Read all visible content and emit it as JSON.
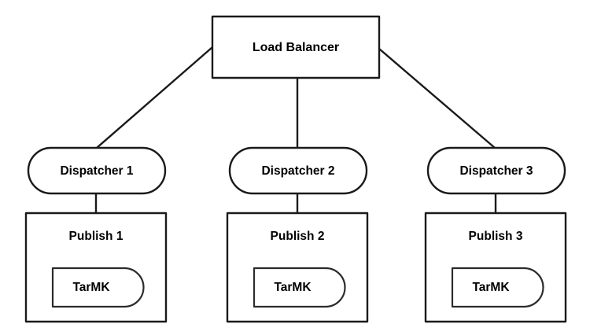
{
  "diagram": {
    "title": "Load Balancer",
    "background_color": "#ffffff",
    "stroke_color": "#1a1a1a",
    "text_color": "#000000",
    "load_balancer": {
      "label": "Load Balancer",
      "shape": "rectangle"
    },
    "branches": [
      {
        "dispatcher": {
          "label": "Dispatcher 1",
          "shape": "stadium"
        },
        "publish": {
          "label": "Publish 1",
          "shape": "rectangle"
        },
        "store": {
          "label": "TarMK",
          "shape": "half-stadium-right"
        }
      },
      {
        "dispatcher": {
          "label": "Dispatcher 2",
          "shape": "stadium"
        },
        "publish": {
          "label": "Publish 2",
          "shape": "rectangle"
        },
        "store": {
          "label": "TarMK",
          "shape": "half-stadium-right"
        }
      },
      {
        "dispatcher": {
          "label": "Dispatcher 3",
          "shape": "stadium"
        },
        "publish": {
          "label": "Publish 3",
          "shape": "rectangle"
        },
        "store": {
          "label": "TarMK",
          "shape": "half-stadium-right"
        }
      }
    ],
    "connectors": [
      {
        "name": "load-balancer-to-dispatcher-1",
        "type": "diagonal"
      },
      {
        "name": "load-balancer-to-dispatcher-2",
        "type": "vertical"
      },
      {
        "name": "load-balancer-to-dispatcher-3",
        "type": "diagonal"
      },
      {
        "name": "dispatcher-1-to-publish-1",
        "type": "vertical"
      },
      {
        "name": "dispatcher-2-to-publish-2",
        "type": "vertical"
      },
      {
        "name": "dispatcher-3-to-publish-3",
        "type": "vertical"
      }
    ]
  }
}
